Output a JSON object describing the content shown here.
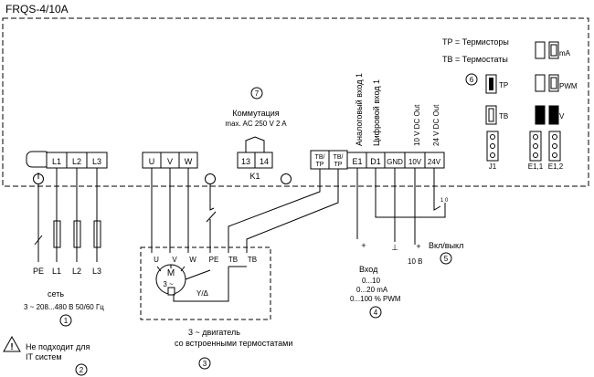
{
  "title": "FRQS-4/10A",
  "legend": {
    "tp": "TP = Термисторы",
    "tb": "TB = Термостаты"
  },
  "terminals": {
    "pe_left": "⏚",
    "supply": [
      "L1",
      "L2",
      "L3"
    ],
    "motor": [
      "U",
      "V",
      "W"
    ],
    "pe_mid": "⏚",
    "relay": [
      "13",
      "14"
    ],
    "relay_name": "K1",
    "pe_right": "⏚",
    "thermal": [
      "TB/\nTP",
      "TB/\nTP"
    ],
    "control": [
      "E1",
      "D1",
      "GND",
      "10V",
      "24V"
    ]
  },
  "commutation": {
    "title": "Коммутация",
    "rating": "max. AC 250 V 2 A"
  },
  "vertical_labels": [
    "Аналоговый вход 1",
    "Цифровой вход 1",
    "10 V DC Out",
    "24 V DC Out"
  ],
  "jumpers": {
    "tp": "TP",
    "tb": "TB",
    "ma": "mA",
    "pwm": "PWM",
    "v": "V",
    "j1": "J1",
    "e11": "E1,1",
    "e12": "E1,2"
  },
  "bottom_supply": [
    "PE",
    "L1",
    "L2",
    "L3"
  ],
  "supply_text": {
    "title": "сеть",
    "range": "3 ~ 208...480 В 50/60 Гц"
  },
  "motor": {
    "terminals": [
      "U",
      "V",
      "W",
      "PE",
      "TB",
      "TB"
    ],
    "symbol": "M",
    "phases": "3 ~",
    "switch": "Y/Δ",
    "caption_1": "3 ~ двигатель",
    "caption_2": "со встроенными термостатами"
  },
  "warning": {
    "line_1": "Не подходит для",
    "line_2": "IT систем"
  },
  "input": {
    "title": "Вход",
    "ranges": [
      "0...10",
      "0...20 mA",
      "0...100 % PWM"
    ],
    "plus": "+",
    "ground": "⊥",
    "ten_v": "10 В",
    "on_off": "Вкл/выкл",
    "switch_label": "1 0"
  },
  "markers": [
    "1",
    "2",
    "3",
    "4",
    "5",
    "6",
    "7"
  ]
}
